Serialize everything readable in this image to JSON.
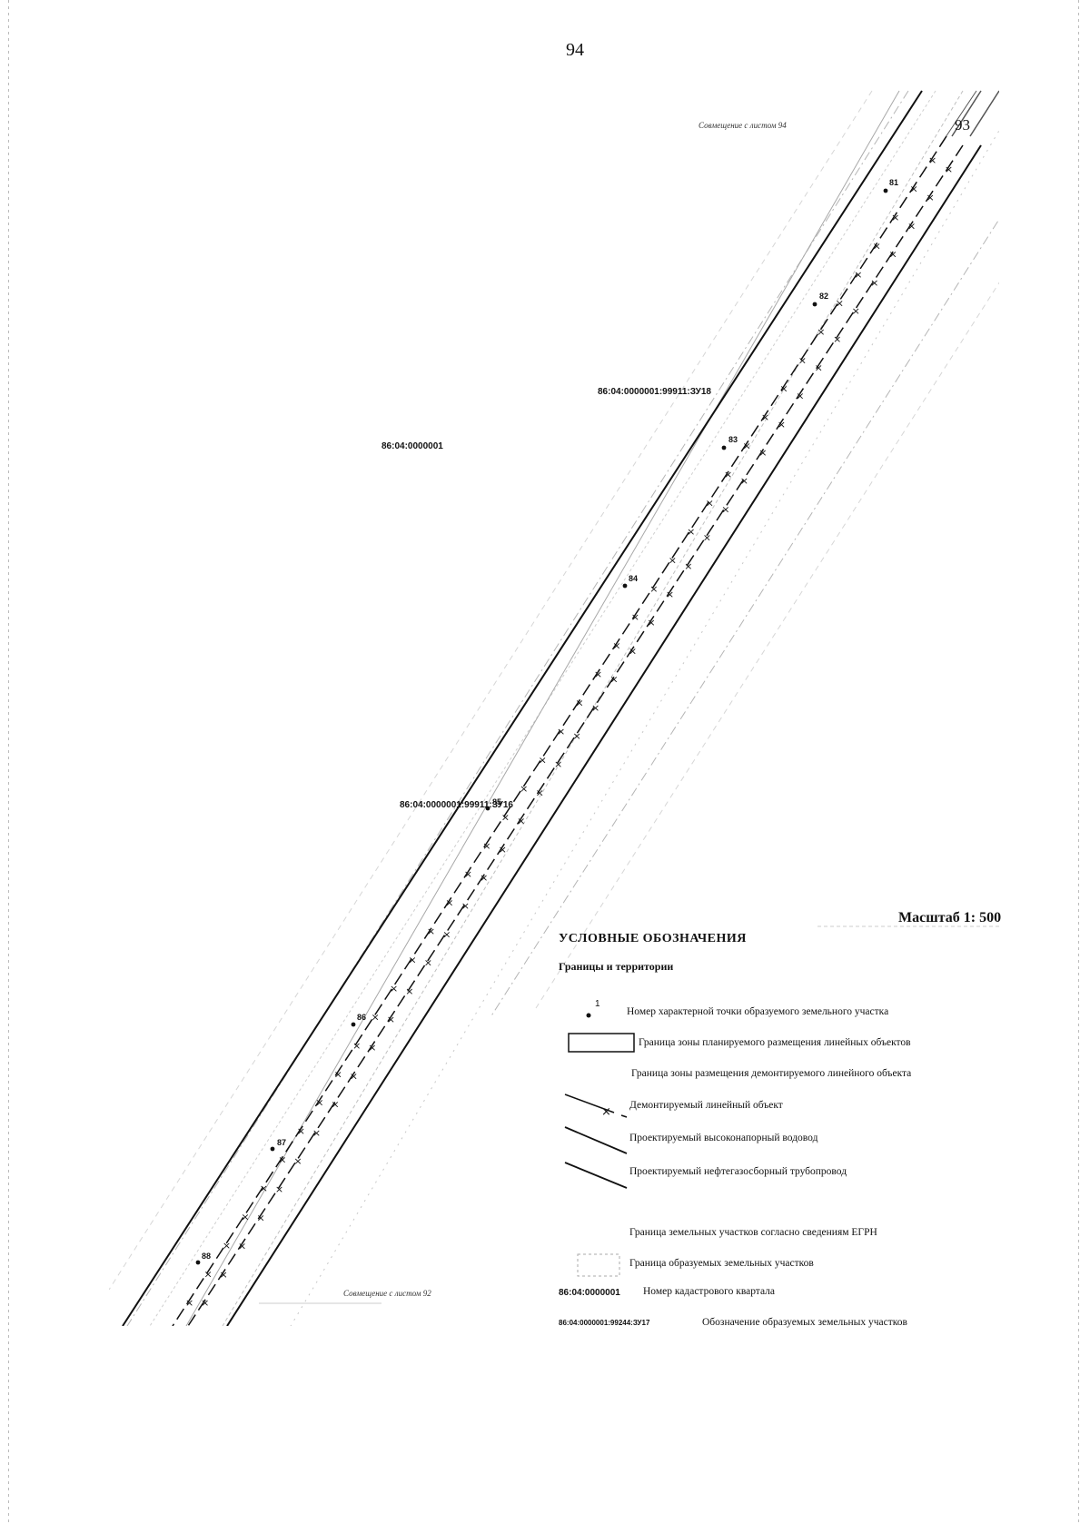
{
  "page": {
    "number": "94",
    "sheet_labels": [
      "93"
    ]
  },
  "map": {
    "quarter_label": "86:04:0000001",
    "parcel_labels": [
      "86:04:0000001:99911:ЗУ18",
      "86:04:0000001:99911:ЗУ16"
    ],
    "point_labels": [
      "81",
      "82",
      "83",
      "84",
      "85",
      "86",
      "87",
      "88"
    ],
    "junction_top": "Совмещение с листом 94",
    "junction_bottom": "Совмещение с листом 92",
    "scale": "Масштаб 1: 500"
  },
  "legend": {
    "title": "УСЛОВНЫЕ ОБОЗНАЧЕНИЯ",
    "subtitle": "Границы и территории",
    "point_symbol": "1",
    "items": [
      {
        "symbol": "point",
        "text": "Номер характерной точки образуемого земельного участка"
      },
      {
        "symbol": "box",
        "text": "Граница зоны планируемого размещения линейных объектов"
      },
      {
        "symbol": "none",
        "text": "Граница зоны размещения демонтируемого линейного объекта"
      },
      {
        "symbol": "x-line",
        "text": "Демонтируемый линейный объект"
      },
      {
        "symbol": "line",
        "text": "Проектируемый высоконапорный водовод"
      },
      {
        "symbol": "line",
        "text": "Проектируемый нефтегазосборный трубопровод"
      },
      {
        "symbol": "none",
        "text": "Граница земельных участков согласно сведениям ЕГРН"
      },
      {
        "symbol": "dashed-box",
        "text": "Граница образуемых земельных участков"
      }
    ],
    "code_items": [
      {
        "code": "86:04:0000001",
        "text": "Номер кадастрового квартала"
      },
      {
        "code": "86:04:0000001:99244:ЗУ17",
        "text": "Обозначение образуемых земельных участков"
      }
    ]
  },
  "colors": {
    "ink": "#111111",
    "faint_line": "#bcbcbc",
    "parcel_line": "#9a9a9a"
  }
}
